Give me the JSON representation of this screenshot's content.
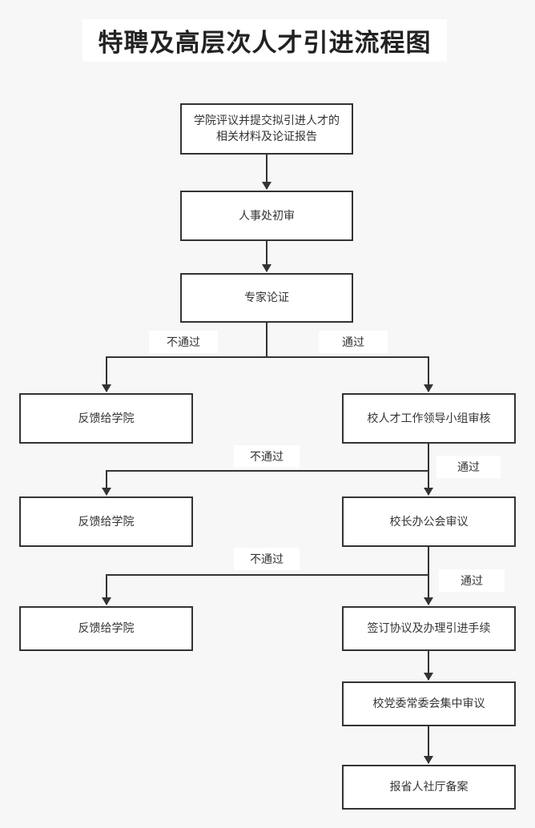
{
  "title": "特聘及高层次人才引进流程图",
  "nodes": {
    "submit": "学院评议并提交拟引进人才的相关材料及论证报告",
    "hr_review": "人事处初审",
    "expert": "专家论证",
    "feedback_1": "反馈给学院",
    "leader_group": "校人才工作领导小组审核",
    "feedback_2": "反馈给学院",
    "president_office": "校长办公会审议",
    "feedback_3": "反馈给学院",
    "sign": "签订协议及办理引进手续",
    "party_committee": "校党委常委会集中审议",
    "report": "报省人社厅备案"
  },
  "edge_labels": {
    "fail_1": "不通过",
    "pass_1": "通过",
    "fail_2": "不通过",
    "pass_2": "通过",
    "fail_3": "不通过",
    "pass_3": "通过"
  },
  "colors": {
    "line": "#333333",
    "box_border": "#333333",
    "background": "#f7f7f7"
  }
}
